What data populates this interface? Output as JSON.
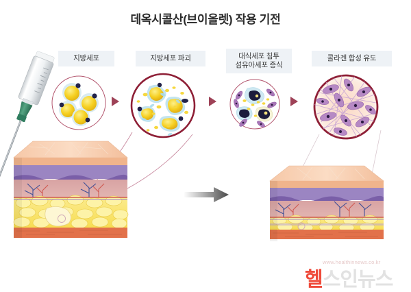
{
  "title": "데옥시콜산(브이올렛) 작용 기전",
  "steps": [
    {
      "id": "step-1",
      "label": "지방세포",
      "meaning": "adipocytes",
      "circle": "fat-cell-circle",
      "cell_count": 4,
      "colors": {
        "cell": "#f5d425",
        "membrane": "#d7eaf0",
        "nucleus": "#22224a",
        "ring": "#b3566e"
      }
    },
    {
      "id": "step-2",
      "label": "지방세포 파괴",
      "meaning": "adipocyte destruction",
      "circle": "fat-cell-lysis-circle",
      "cell_count": 4,
      "colors": {
        "cell": "#f5cf22",
        "membrane": "#bfe3ee",
        "nucleus": "#22224a",
        "ring": "#8e1f36"
      }
    },
    {
      "id": "step-3",
      "label": "대식세포 침투\n섬유아세포 증식",
      "meaning": "macrophage infiltration / fibroblast proliferation",
      "circle": "macrophage-circle",
      "macrophage_count": 3,
      "fibroblast_count": 6,
      "colors": {
        "macrophage": "#cfe9f2",
        "nucleus": "#1b1b3c",
        "fibroblast": "#a877b8",
        "ring": "#b3566e"
      }
    },
    {
      "id": "step-4",
      "label": "콜라겐 합성 유도",
      "meaning": "collagen synthesis induction",
      "circle": "collagen-circle",
      "fibroblast_count": 11,
      "colors": {
        "fibroblast": "#b689c4",
        "nucleus": "#2a1a40",
        "fiber": "#c9a5d4",
        "ring": "#8e1f36",
        "bg": "#fbe3d5"
      }
    }
  ],
  "arrows": {
    "step_arrow_color": "#9e4257",
    "step_arrow_count": 3,
    "result_arrow": "result-arrow",
    "result_arrow_color": "#6d6d6d"
  },
  "skin_before": {
    "name": "skin-cross-section-before",
    "layers": [
      {
        "name": "epidermis",
        "color": "#f7c6a6"
      },
      {
        "name": "epidermis-lower",
        "color": "#edaa80"
      },
      {
        "name": "dermal-papilla-band",
        "color": "#9b85c2"
      },
      {
        "name": "dermis",
        "color": "#d9a1a0"
      },
      {
        "name": "subcutaneous-fat",
        "color": "#f8e26a"
      },
      {
        "name": "muscle",
        "color": "#e2714a"
      }
    ],
    "fat_thickness": "thick"
  },
  "skin_after": {
    "name": "skin-cross-section-after",
    "layers": [
      {
        "name": "epidermis",
        "color": "#f7c6a6"
      },
      {
        "name": "epidermis-lower",
        "color": "#edaa80"
      },
      {
        "name": "dermal-papilla-band",
        "color": "#9b85c2"
      },
      {
        "name": "dermis",
        "color": "#d9a1a0"
      },
      {
        "name": "subcutaneous-fat",
        "color": "#f8e26a"
      },
      {
        "name": "muscle",
        "color": "#e2714a"
      }
    ],
    "fat_thickness": "thin"
  },
  "syringe": {
    "name": "syringe",
    "barrel_color": "#e9ecee",
    "hub_color": "#3f8f6e",
    "needle_color": "#9aa0a6"
  },
  "watermark": {
    "brand": "헬스인뉴스",
    "brand_first": "헬",
    "brand_rest": "스인뉴스",
    "url": "www.healthinnews.co.kr",
    "accent_color": "#ef4a3a",
    "muted_color": "#e2e2e2"
  }
}
